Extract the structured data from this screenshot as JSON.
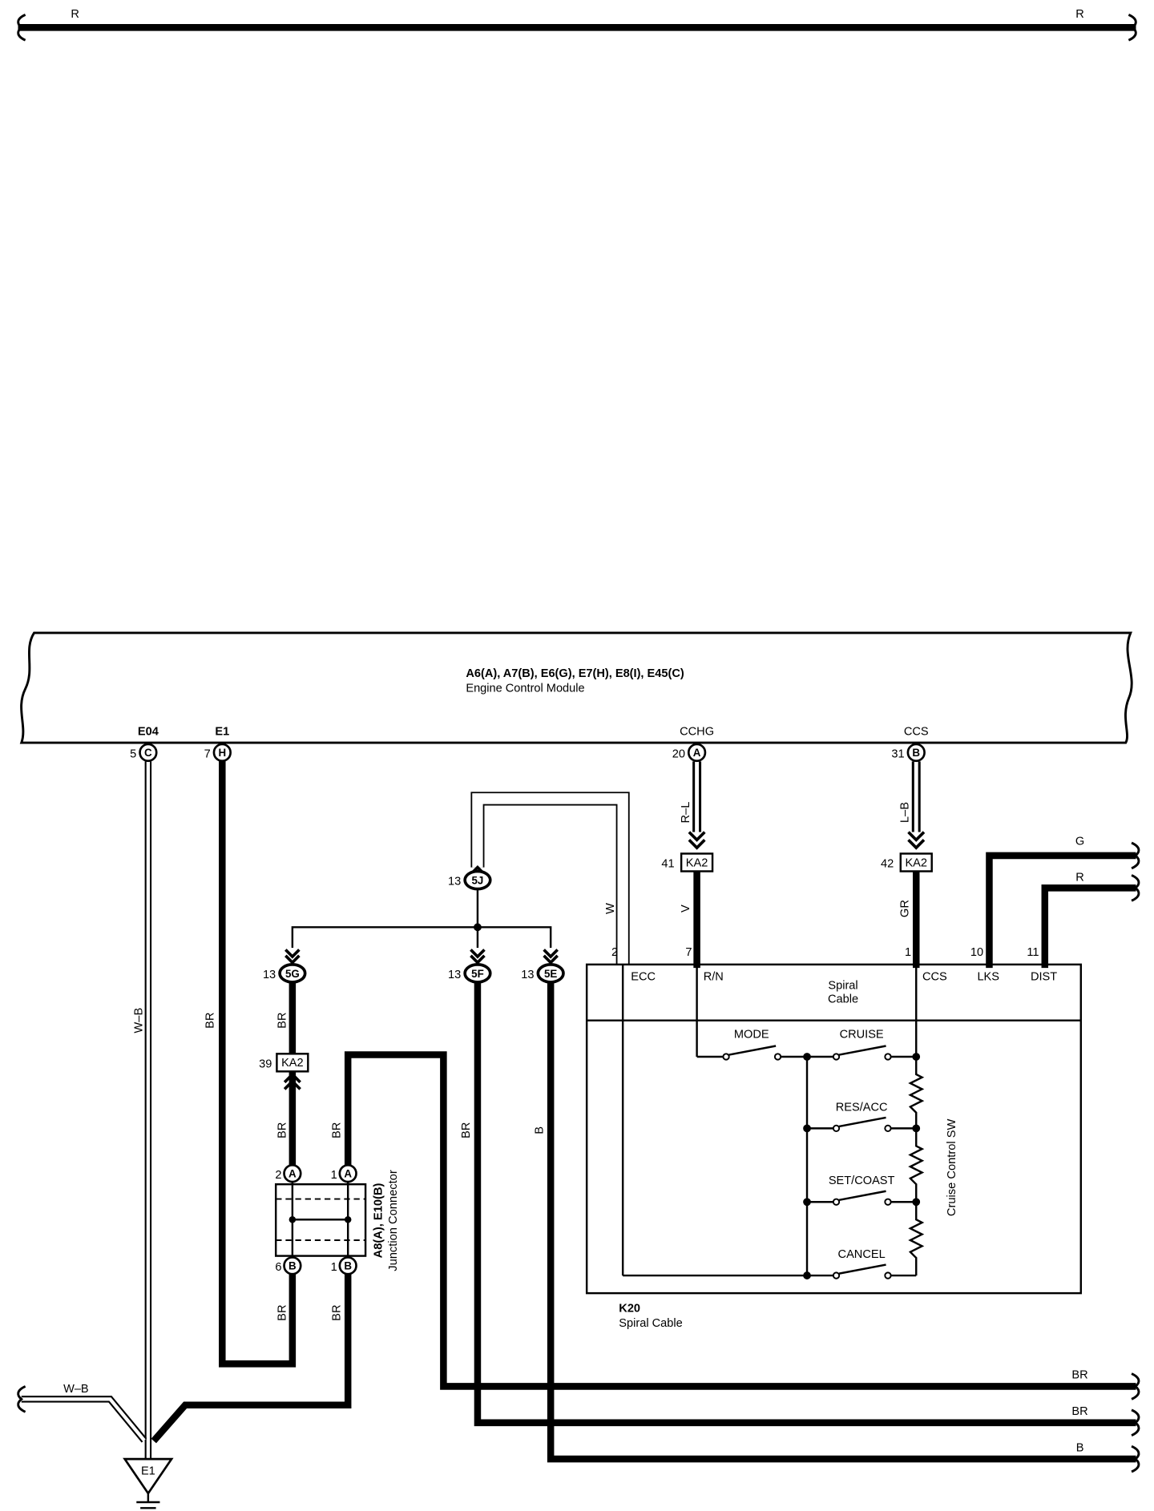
{
  "top_harness": {
    "wire_left": "R",
    "wire_right": "R"
  },
  "ecm": {
    "connectors": "A6(A), A7(B), E6(G), E7(H), E8(I), E45(C)",
    "name": "Engine Control Module",
    "pins": [
      {
        "terminal": "E04",
        "pin": "5",
        "connector": "C"
      },
      {
        "terminal": "E1",
        "pin": "7",
        "connector": "H"
      },
      {
        "terminal": "CCHG",
        "pin": "20",
        "connector": "A"
      },
      {
        "terminal": "CCS",
        "pin": "31",
        "connector": "B"
      }
    ]
  },
  "wires": {
    "ecm_e04": "W–B",
    "ecm_e1": "BR",
    "j5g_to_ka2": "BR",
    "ka2_to_jc_2a": "BR",
    "jc_1a": "BR",
    "jc_6b": "BR",
    "jc_1b": "BR",
    "j5f": "BR",
    "j5e": "B",
    "ecc": "W",
    "cchg_upper": "R–L",
    "cchg_lower": "V",
    "ccs_upper": "L–B",
    "ccs_lower": "GR",
    "lks": "G",
    "dist": "R",
    "out_1": "BR",
    "out_2": "BR",
    "out_3": "B",
    "ground_in": "W–B"
  },
  "junction_blocks": [
    {
      "pin": "13",
      "id": "5J"
    },
    {
      "pin": "13",
      "id": "5G"
    },
    {
      "pin": "13",
      "id": "5F"
    },
    {
      "pin": "13",
      "id": "5E"
    }
  ],
  "inline_connectors": [
    {
      "pin": "39",
      "id": "KA2"
    },
    {
      "pin": "41",
      "id": "KA2"
    },
    {
      "pin": "42",
      "id": "KA2"
    }
  ],
  "junction_connector": {
    "codes": "A8(A), E10(B)",
    "name": "Junction Connector",
    "pins": [
      {
        "pin": "2",
        "connector": "A"
      },
      {
        "pin": "1",
        "connector": "A"
      },
      {
        "pin": "6",
        "connector": "B"
      },
      {
        "pin": "1",
        "connector": "B"
      }
    ]
  },
  "spiral_cable": {
    "code": "K20",
    "name": "Spiral Cable",
    "inner_title_1": "Spiral",
    "inner_title_2": "Cable",
    "pins": [
      {
        "pin": "2",
        "terminal": "ECC"
      },
      {
        "pin": "7",
        "terminal": "R/N"
      },
      {
        "pin": "1",
        "terminal": "CCS"
      },
      {
        "pin": "10",
        "terminal": "LKS"
      },
      {
        "pin": "11",
        "terminal": "DIST"
      }
    ],
    "switch_name": "Cruise Control SW",
    "switches": [
      "MODE",
      "CRUISE",
      "RES/ACC",
      "SET/COAST",
      "CANCEL"
    ]
  },
  "ground": {
    "id": "E1"
  }
}
